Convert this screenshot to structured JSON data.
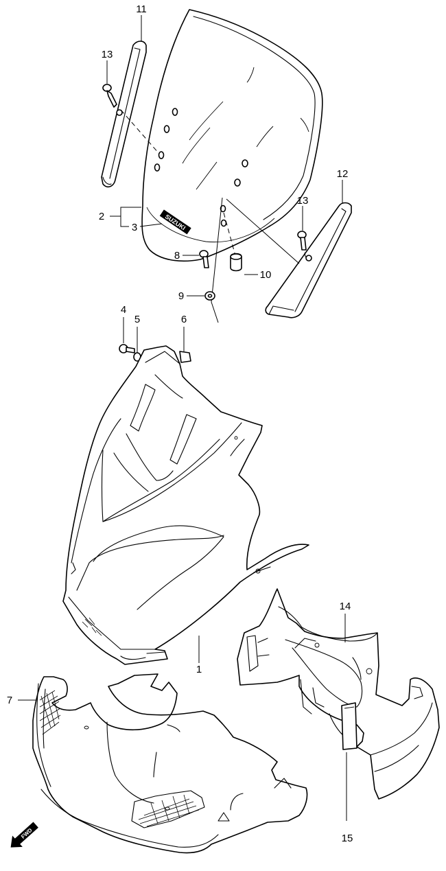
{
  "diagram": {
    "callouts": {
      "c1": "1",
      "c2": "2",
      "c3": "3",
      "c4": "4",
      "c5": "5",
      "c6": "6",
      "c7": "7",
      "c8": "8",
      "c9": "9",
      "c10": "10",
      "c11": "11",
      "c12": "12",
      "c13a": "13",
      "c13b": "13",
      "c14": "14",
      "c15": "15"
    },
    "windscreen_logo": "SUZUKI",
    "forward_arrow_label": "FWD"
  }
}
